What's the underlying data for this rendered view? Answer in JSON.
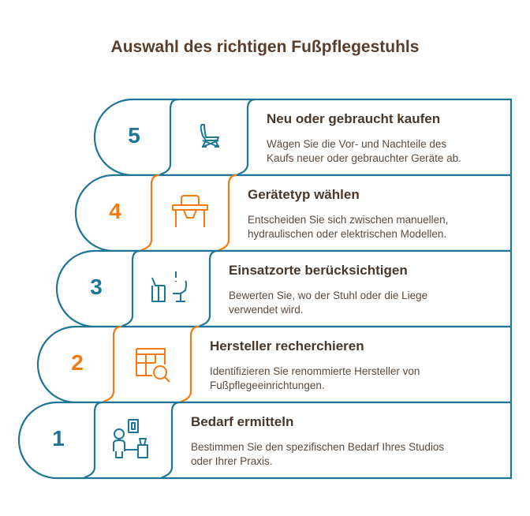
{
  "title": "Auswahl des richtigen Fußpflegestuhls",
  "colors": {
    "blue": "#1f7596",
    "orange": "#f57a12",
    "text": "#4a3728"
  },
  "steps": [
    {
      "number": "5",
      "icon": "chair-icon",
      "title": "Neu oder gebraucht kaufen",
      "desc": [
        "Wägen Sie die Vor- und Nachteile des",
        "Kaufs neuer oder gebrauchter Geräte ab."
      ]
    },
    {
      "number": "4",
      "icon": "pedicure-chair-icon",
      "title": "Gerätetyp wählen",
      "desc": [
        "Entscheiden Sie sich zwischen manuellen,",
        "hydraulischen oder elektrischen Modellen."
      ]
    },
    {
      "number": "3",
      "icon": "workspace-icon",
      "title": "Einsatzorte berücksichtigen",
      "desc": [
        "Bewerten Sie, wo der Stuhl oder die Liege",
        "verwendet wird."
      ]
    },
    {
      "number": "2",
      "icon": "table-search-icon",
      "title": "Hersteller recherchieren",
      "desc": [
        "Identifizieren Sie renommierte Hersteller von",
        "Fußpflegeeinrichtungen."
      ]
    },
    {
      "number": "1",
      "icon": "person-needs-icon",
      "title": "Bedarf ermitteln",
      "desc": [
        "Bestimmen Sie den spezifischen Bedarf Ihres Studios",
        "oder Ihrer Praxis."
      ]
    }
  ]
}
